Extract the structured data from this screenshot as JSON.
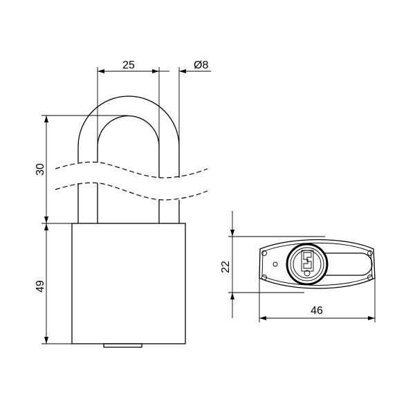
{
  "dimensions": {
    "shackle_width": "25",
    "shackle_diameter": "Ø8",
    "shackle_clearance": "30",
    "body_height": "49",
    "body_depth": "22",
    "body_width": "46"
  },
  "colors": {
    "line": "#000000",
    "background": "#ffffff"
  }
}
